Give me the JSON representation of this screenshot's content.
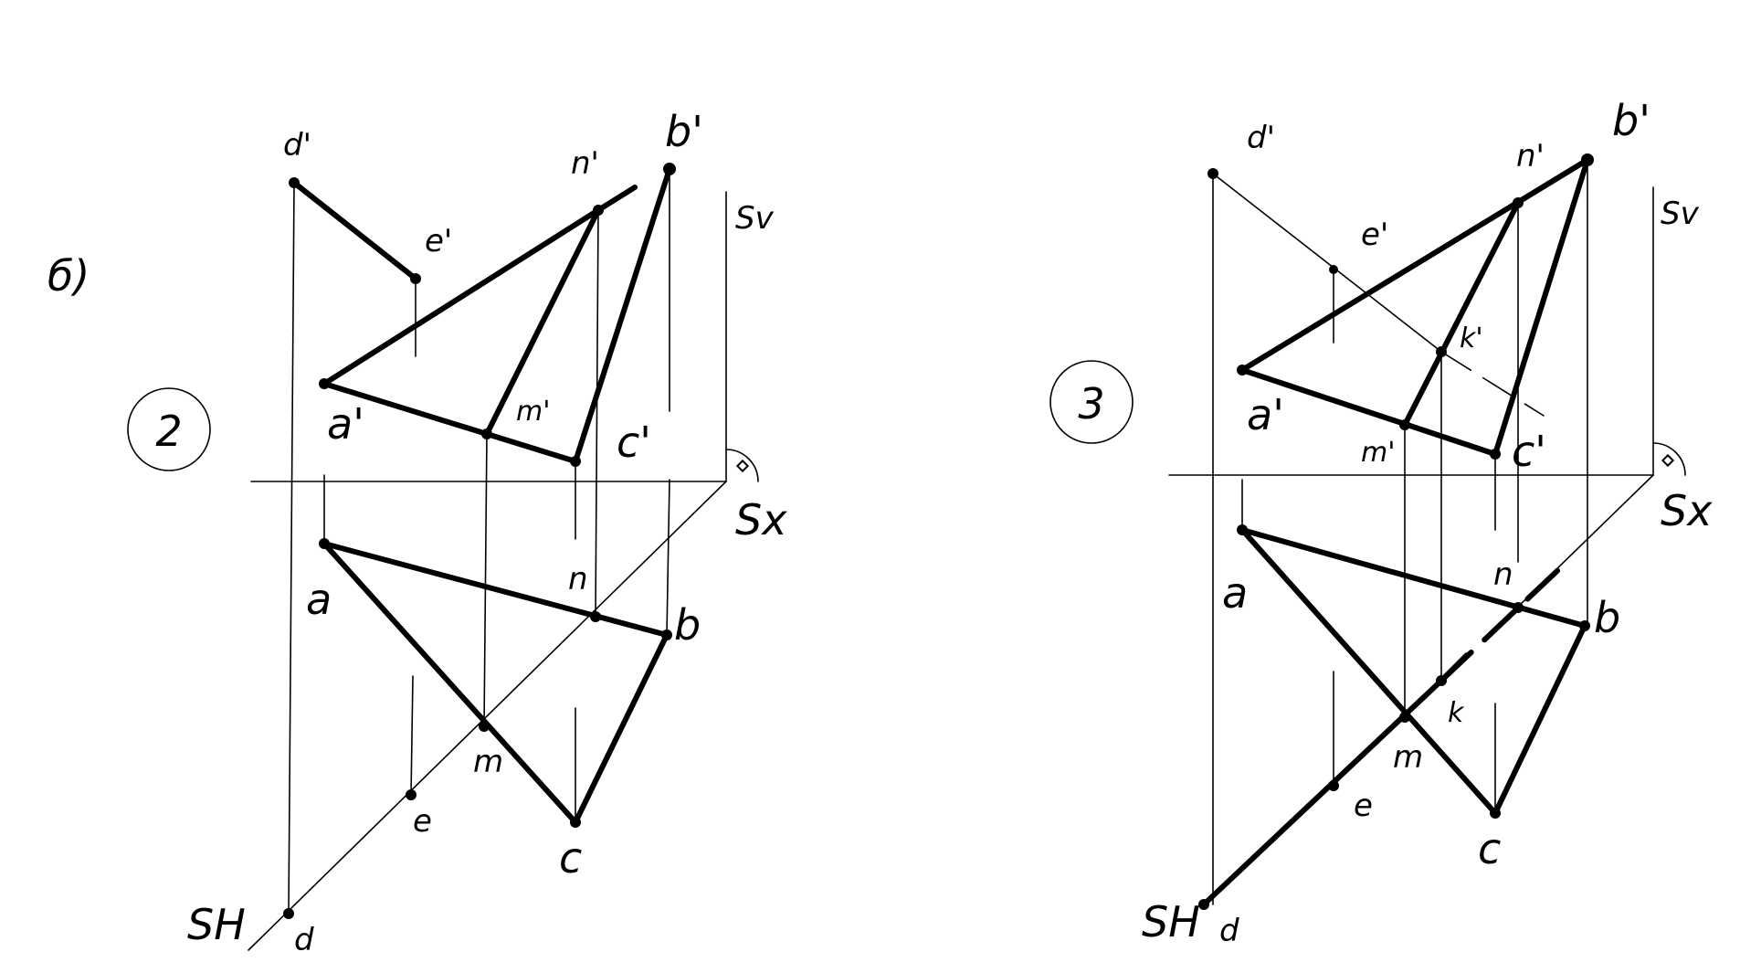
{
  "figure_label": "б)",
  "panel2": {
    "number": "2",
    "labels": {
      "d_prime": "d'",
      "e_prime": "e'",
      "n_prime": "n'",
      "b_prime": "b'",
      "a_prime": "a'",
      "m_prime": "m'",
      "c_prime": "c'",
      "sv": "Sv",
      "sx": "Sx",
      "sh": "SH",
      "a": "a",
      "n": "n",
      "b": "b",
      "m": "m",
      "e": "e",
      "c": "c",
      "d": "d"
    }
  },
  "panel3": {
    "number": "3",
    "labels": {
      "d_prime": "d'",
      "e_prime": "e'",
      "n_prime": "n'",
      "b_prime": "b'",
      "k_prime": "k'",
      "a_prime": "a'",
      "m_prime": "m'",
      "c_prime": "c'",
      "sv": "Sv",
      "sx": "Sx",
      "sh": "SH",
      "a": "a",
      "n": "n",
      "b": "b",
      "k": "k",
      "m": "m",
      "e": "e",
      "c": "c",
      "d": "d"
    }
  }
}
